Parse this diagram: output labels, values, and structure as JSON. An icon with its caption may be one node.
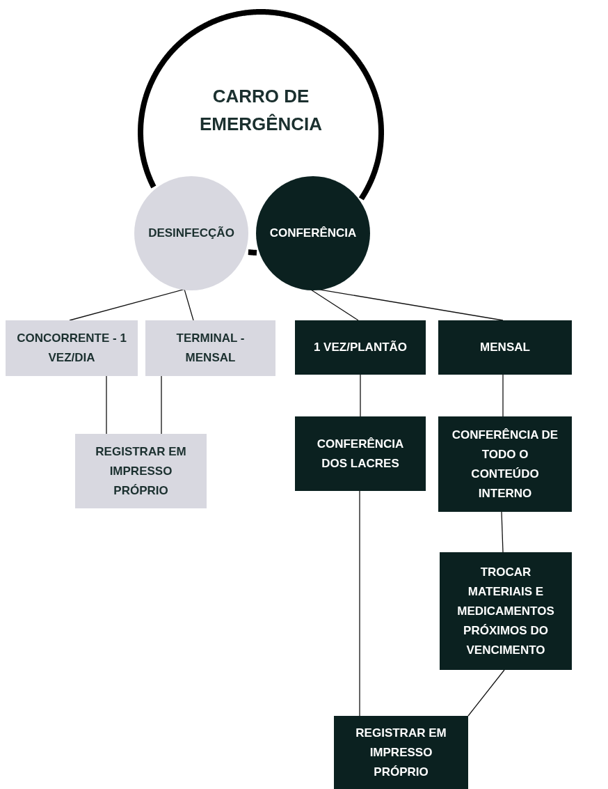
{
  "diagram": {
    "nodes": [
      {
        "text": [
          "CARRO DE EMERGÊNCIA"
        ]
      },
      {
        "text": [
          "DESINFECÇÃO"
        ]
      },
      {
        "text": [
          "CONFERÊNCIA"
        ]
      },
      {
        "text": [
          "CONCORRENTE - 1 VEZ/DIA"
        ]
      },
      {
        "text": [
          "TERMINAL - MENSAL"
        ]
      },
      {
        "text": [
          "1 VEZ/PLANTÃO"
        ]
      },
      {
        "text": [
          "MENSAL"
        ]
      },
      {
        "text": [
          "REGISTRAR EM IMPRESSO PRÓPRIO"
        ]
      },
      {
        "text": [
          "CONFERÊNCIA DOS LACRES"
        ]
      },
      {
        "text": [
          "CONFERÊNCIA DE TODO O CONTEÚDO INTERNO"
        ]
      },
      {
        "text": [
          "TROCAR MATERIAIS E MEDICAMENTOS PRÓXIMOS DO VENCIMENTO"
        ]
      },
      {
        "text": [
          "REGISTRAR EM IMPRESSO PRÓPRIO"
        ]
      }
    ],
    "edges": [
      {
        "from": 1,
        "to": 3,
        "arrow": "none"
      },
      {
        "from": 1,
        "to": 4,
        "arrow": "none"
      },
      {
        "from": 2,
        "to": 5,
        "arrow": "none"
      },
      {
        "from": 2,
        "to": 6,
        "arrow": "none"
      },
      {
        "from": 3,
        "to": 7,
        "arrow": "none"
      },
      {
        "from": 4,
        "to": 7,
        "arrow": "none"
      },
      {
        "from": 5,
        "to": 8,
        "arrow": "none"
      },
      {
        "from": 6,
        "to": 9,
        "arrow": "none"
      },
      {
        "from": 9,
        "to": 10,
        "arrow": "none"
      },
      {
        "from": 8,
        "to": 11,
        "arrow": "none"
      },
      {
        "from": 10,
        "to": 11,
        "arrow": "none"
      }
    ]
  }
}
